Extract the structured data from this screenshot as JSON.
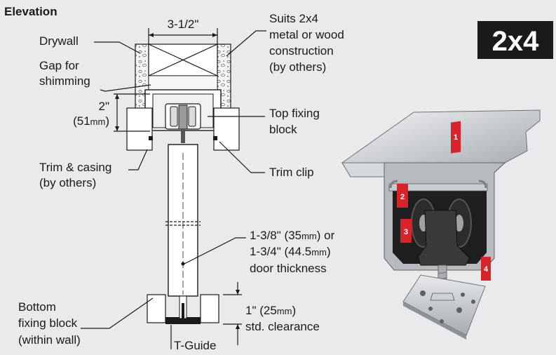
{
  "title": "Elevation",
  "badge": "2x4",
  "dim_width": "3-1/2\"",
  "labels": {
    "suits_1": "Suits 2x4",
    "suits_2": "metal or wood",
    "suits_3": "construction",
    "suits_4": "(by others)",
    "drywall": "Drywall",
    "gap_1": "Gap for",
    "gap_2": "shimming",
    "height_1": "2\"",
    "height_2": "(51",
    "height_unit": "mm",
    "height_close": ")",
    "top_fixing_1": "Top fixing",
    "top_fixing_2": "block",
    "trim_casing_1": "Trim & casing",
    "trim_casing_2": "(by others)",
    "trim_clip": "Trim clip",
    "door_1a": "1-3/8\" (35",
    "door_1unit": "mm",
    "door_1b": ") or",
    "door_2a": "1-3/4\" (44.5",
    "door_2unit": "mm",
    "door_2b": ")",
    "door_3": "door thickness",
    "bottom_1": "Bottom",
    "bottom_2": "fixing block",
    "bottom_3": "(within wall)",
    "clearance_1a": "1\" (25",
    "clearance_1unit": "mm",
    "clearance_1b": ")",
    "clearance_2": "std. clearance",
    "tguide": "T-Guide"
  },
  "callouts": [
    "1",
    "2",
    "3",
    "4"
  ],
  "colors": {
    "badge": "#1a1a1a",
    "callout": "#d9232a",
    "background": "#e9eaeb",
    "aluminum": "#c9ccd0"
  }
}
